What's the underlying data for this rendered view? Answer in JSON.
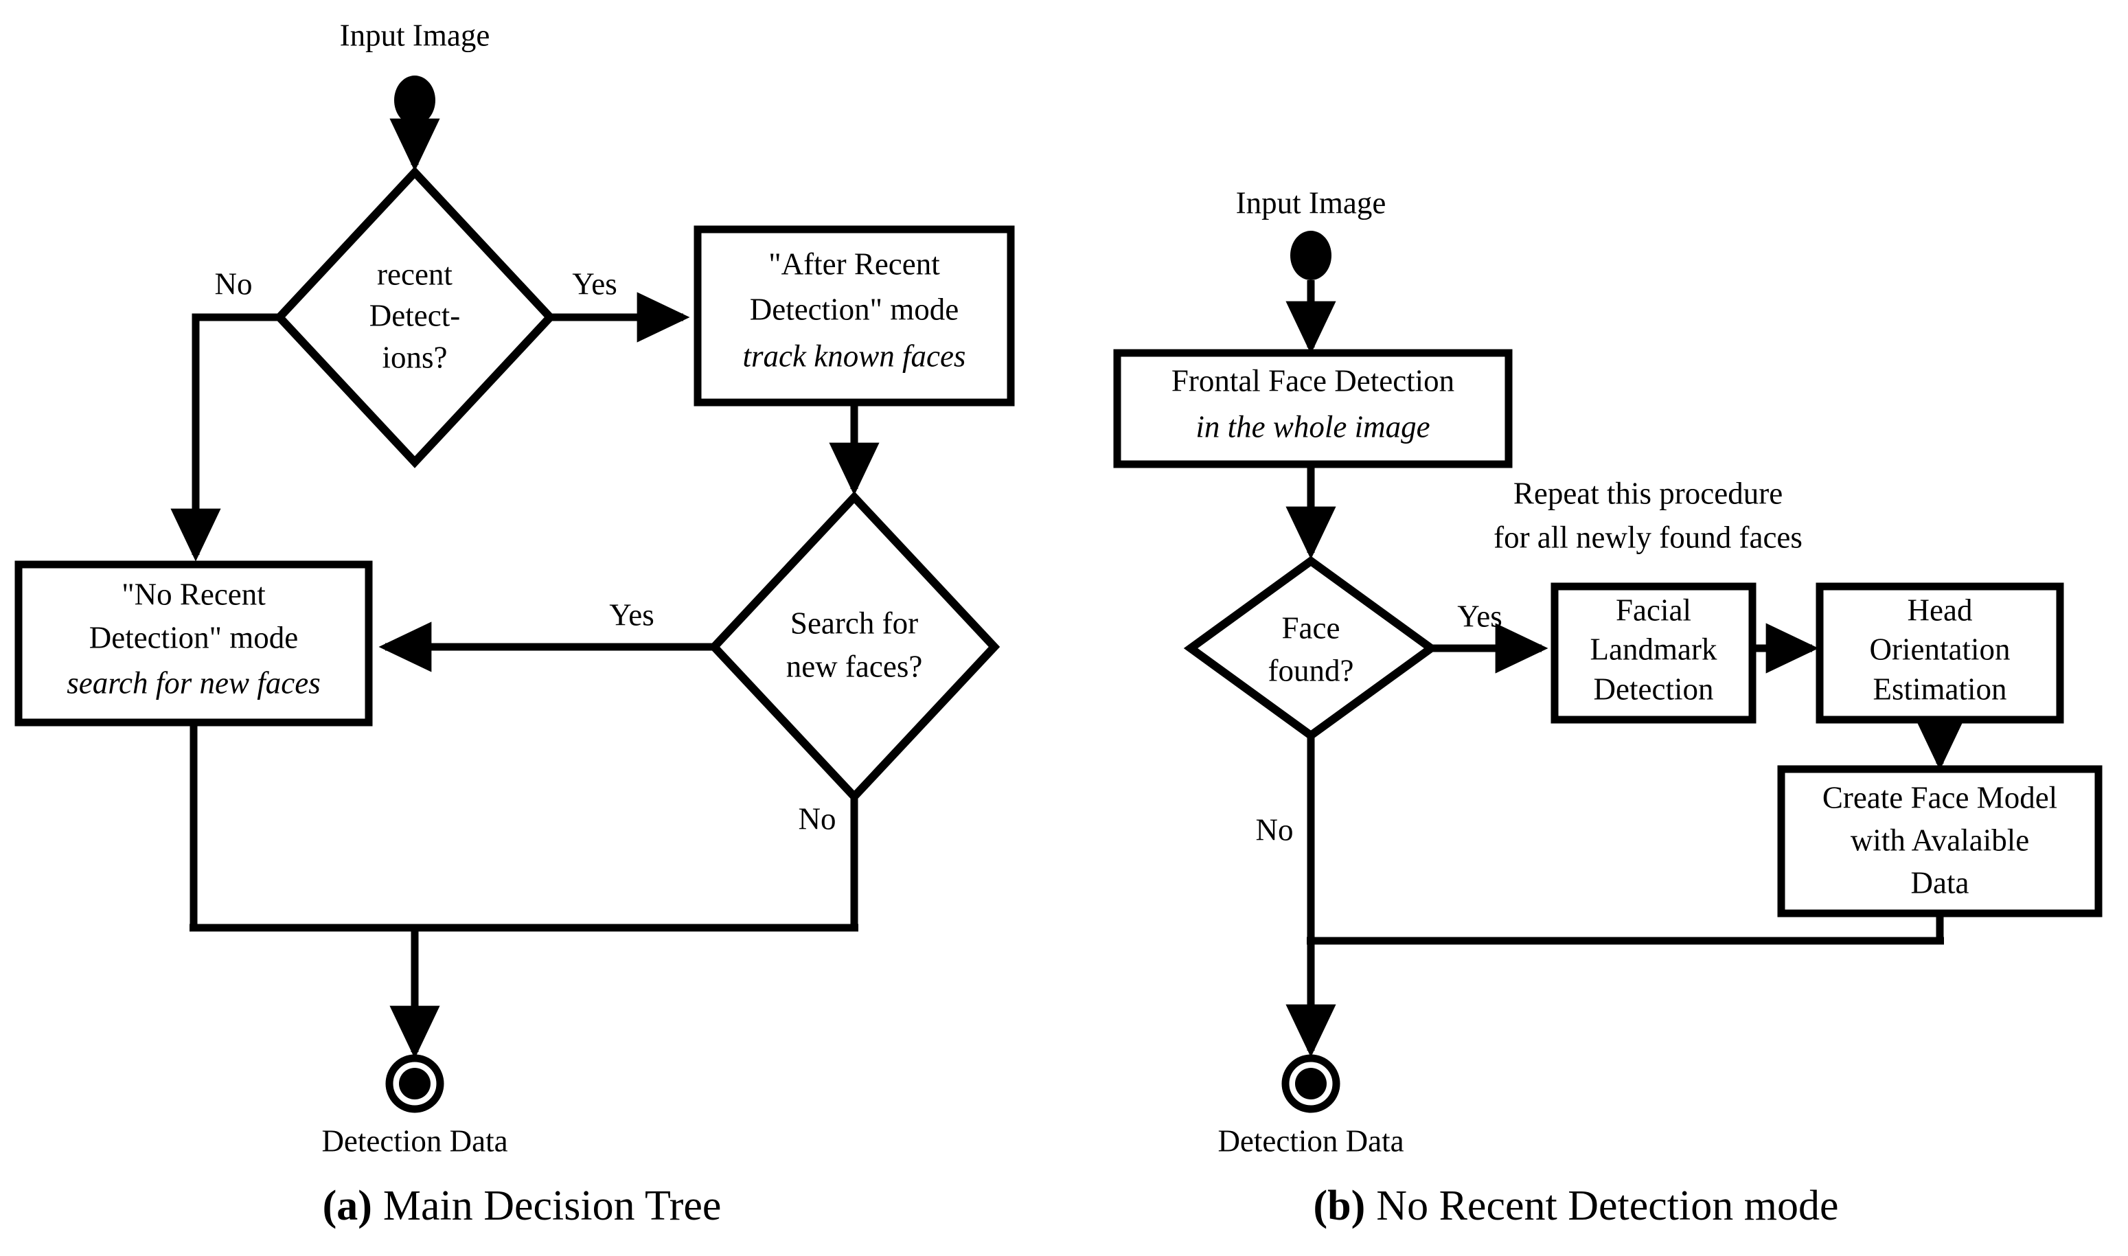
{
  "figure": {
    "panels": [
      {
        "id": "panel-a",
        "caption_tag": "(a)",
        "caption_text": "Main Decision Tree",
        "start_label": "Input Image",
        "end_label": "Detection Data",
        "nodes": [
          {
            "id": "recent-detections-decision",
            "type": "decision",
            "lines": [
              "recent",
              "Detect-",
              "ions?"
            ]
          },
          {
            "id": "after-recent-detection-box",
            "type": "action",
            "lines": [
              "\"After Recent",
              "Detection\" mode"
            ],
            "italic_line": "track known faces"
          },
          {
            "id": "no-recent-detection-box",
            "type": "action",
            "lines": [
              "\"No Recent",
              "Detection\" mode"
            ],
            "italic_line": "search for new faces"
          },
          {
            "id": "search-new-faces-decision",
            "type": "decision",
            "lines": [
              "Search for",
              "new faces?"
            ]
          }
        ],
        "edges": [
          {
            "id": "edge-recent-no",
            "label": "No"
          },
          {
            "id": "edge-recent-yes",
            "label": "Yes"
          },
          {
            "id": "edge-search-yes",
            "label": "Yes"
          },
          {
            "id": "edge-search-no",
            "label": "No"
          }
        ]
      },
      {
        "id": "panel-b",
        "caption_tag": "(b)",
        "caption_text": "No Recent Detection mode",
        "start_label": "Input Image",
        "end_label": "Detection Data",
        "annotation": [
          "Repeat this procedure",
          "for all newly found faces"
        ],
        "nodes": [
          {
            "id": "frontal-face-detection-box",
            "type": "action",
            "lines": [
              "Frontal Face Detection"
            ],
            "italic_line": "in the whole image"
          },
          {
            "id": "face-found-decision",
            "type": "decision",
            "lines": [
              "Face",
              "found?"
            ]
          },
          {
            "id": "facial-landmark-detection-box",
            "type": "action",
            "lines": [
              "Facial",
              "Landmark",
              "Detection"
            ],
            "italic_line": ""
          },
          {
            "id": "head-orientation-estimation-box",
            "type": "action",
            "lines": [
              "Head",
              "Orientation",
              "Estimation"
            ],
            "italic_line": ""
          },
          {
            "id": "create-face-model-box",
            "type": "action",
            "lines": [
              "Create Face Model",
              "with Avalaible",
              "Data"
            ],
            "italic_line": ""
          }
        ],
        "edges": [
          {
            "id": "edge-face-found-yes",
            "label": "Yes"
          },
          {
            "id": "edge-face-found-no",
            "label": "No"
          }
        ]
      }
    ],
    "colors": {
      "ink": "#000000",
      "paper": "#ffffff"
    }
  }
}
